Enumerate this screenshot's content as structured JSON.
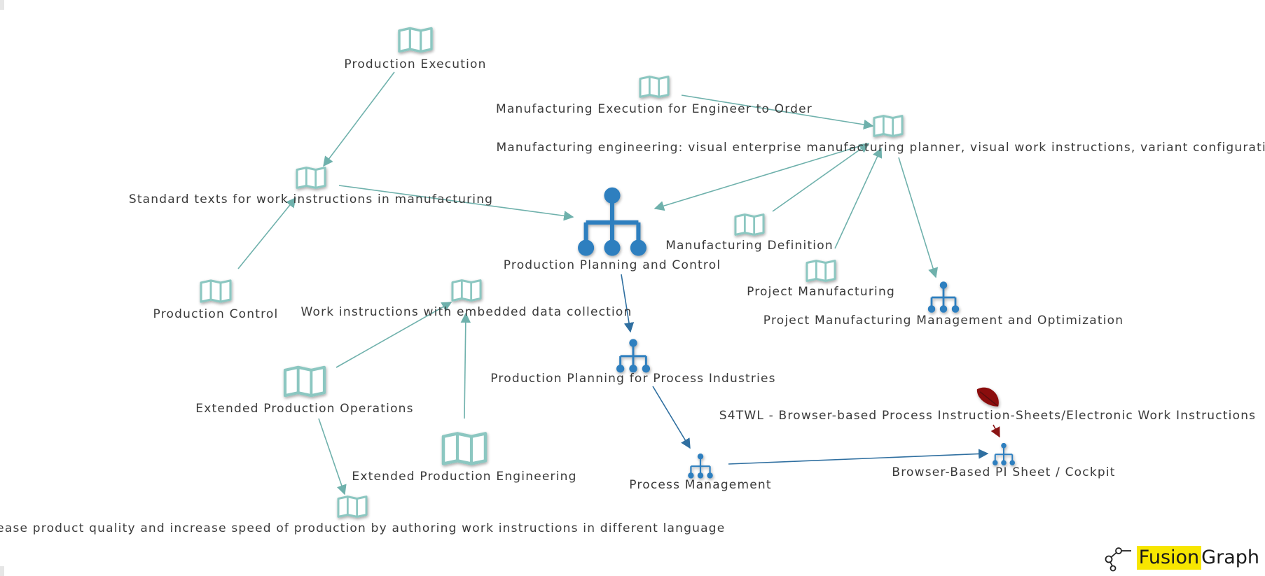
{
  "diagram": {
    "nodes": [
      {
        "id": "production-execution",
        "label": "Production Execution",
        "kind": "map"
      },
      {
        "id": "mfg-exec-eto",
        "label": "Manufacturing Execution for Engineer to Order",
        "kind": "map"
      },
      {
        "id": "mfg-engineering-visual",
        "label": "Manufacturing engineering: visual enterprise manufacturing planner, visual work instructions, variant configuration",
        "kind": "map"
      },
      {
        "id": "standard-texts",
        "label": "Standard texts for work instructions in manufacturing",
        "kind": "map"
      },
      {
        "id": "ppc",
        "label": "Production Planning and Control",
        "kind": "hierarchy"
      },
      {
        "id": "mfg-definition",
        "label": "Manufacturing Definition",
        "kind": "map"
      },
      {
        "id": "project-manufacturing",
        "label": "Project Manufacturing",
        "kind": "map"
      },
      {
        "id": "project-mfg-mgmt",
        "label": "Project Manufacturing Management and Optimization",
        "kind": "hierarchy"
      },
      {
        "id": "production-control",
        "label": "Production Control",
        "kind": "map"
      },
      {
        "id": "work-instr-embedded",
        "label": "Work instructions with embedded data collection",
        "kind": "map"
      },
      {
        "id": "pp-process-industries",
        "label": "Production Planning for Process Industries",
        "kind": "hierarchy"
      },
      {
        "id": "extended-prod-ops",
        "label": "Extended Production Operations",
        "kind": "map"
      },
      {
        "id": "s4twl",
        "label": "S4TWL - Browser-based Process Instruction-Sheets/Electronic Work Instructions",
        "kind": "leaf"
      },
      {
        "id": "extended-prod-eng",
        "label": "Extended Production Engineering",
        "kind": "map"
      },
      {
        "id": "process-management",
        "label": "Process Management",
        "kind": "hierarchy"
      },
      {
        "id": "browser-pi-sheet",
        "label": "Browser-Based PI Sheet / Cockpit",
        "kind": "hierarchy"
      },
      {
        "id": "increase-quality",
        "label": "Increase product quality and increase speed of production by authoring work instructions in different language",
        "kind": "map"
      }
    ],
    "edges": [
      {
        "from": "production-execution",
        "to": "standard-texts",
        "color": "teal"
      },
      {
        "from": "standard-texts",
        "to": "ppc",
        "color": "teal"
      },
      {
        "from": "production-control",
        "to": "standard-texts",
        "color": "teal"
      },
      {
        "from": "mfg-exec-eto",
        "to": "mfg-engineering-visual",
        "color": "teal"
      },
      {
        "from": "mfg-engineering-visual",
        "to": "ppc",
        "color": "teal"
      },
      {
        "from": "mfg-definition",
        "to": "mfg-engineering-visual",
        "color": "teal"
      },
      {
        "from": "project-manufacturing",
        "to": "mfg-engineering-visual",
        "color": "teal"
      },
      {
        "from": "mfg-engineering-visual",
        "to": "project-mfg-mgmt",
        "color": "teal"
      },
      {
        "from": "ppc",
        "to": "pp-process-industries",
        "color": "blue"
      },
      {
        "from": "pp-process-industries",
        "to": "process-management",
        "color": "blue"
      },
      {
        "from": "process-management",
        "to": "browser-pi-sheet",
        "color": "blue"
      },
      {
        "from": "s4twl",
        "to": "browser-pi-sheet",
        "color": "red"
      },
      {
        "from": "extended-prod-ops",
        "to": "work-instr-embedded",
        "color": "teal"
      },
      {
        "from": "extended-prod-eng",
        "to": "work-instr-embedded",
        "color": "teal"
      },
      {
        "from": "extended-prod-ops",
        "to": "increase-quality",
        "color": "teal"
      }
    ]
  },
  "branding": {
    "fusion": "Fusion",
    "graph": "Graph",
    "logo_icon": "graph-nodes-icon"
  },
  "colors": {
    "map_icon": "#8cc7c1",
    "hierarchy_icon": "#2e7fbf",
    "leaf_icon": "#8b1010",
    "edge_teal": "#6fb1ac",
    "edge_blue": "#2f6fa0",
    "edge_red": "#8a1414",
    "brand_highlight": "#f7e600"
  }
}
